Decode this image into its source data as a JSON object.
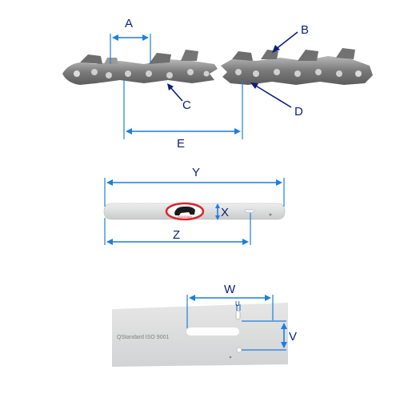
{
  "labels": {
    "a": "A",
    "b": "B",
    "c": "C",
    "d": "D",
    "e": "E",
    "x": "X",
    "y": "Y",
    "z": "Z",
    "w": "W",
    "u": "U",
    "v": "V"
  },
  "bar_logo_text": "SKANDINAV",
  "bar_small_text": "",
  "bar_stamp_text": "QStandard ISO 9001",
  "colors": {
    "dimension_line": "#1a7fe0",
    "label_text": "#0b1f7a",
    "logo_red": "#d8262c",
    "chain_metal": "#8a8a8a",
    "bar_metal": "#d9dadb"
  }
}
